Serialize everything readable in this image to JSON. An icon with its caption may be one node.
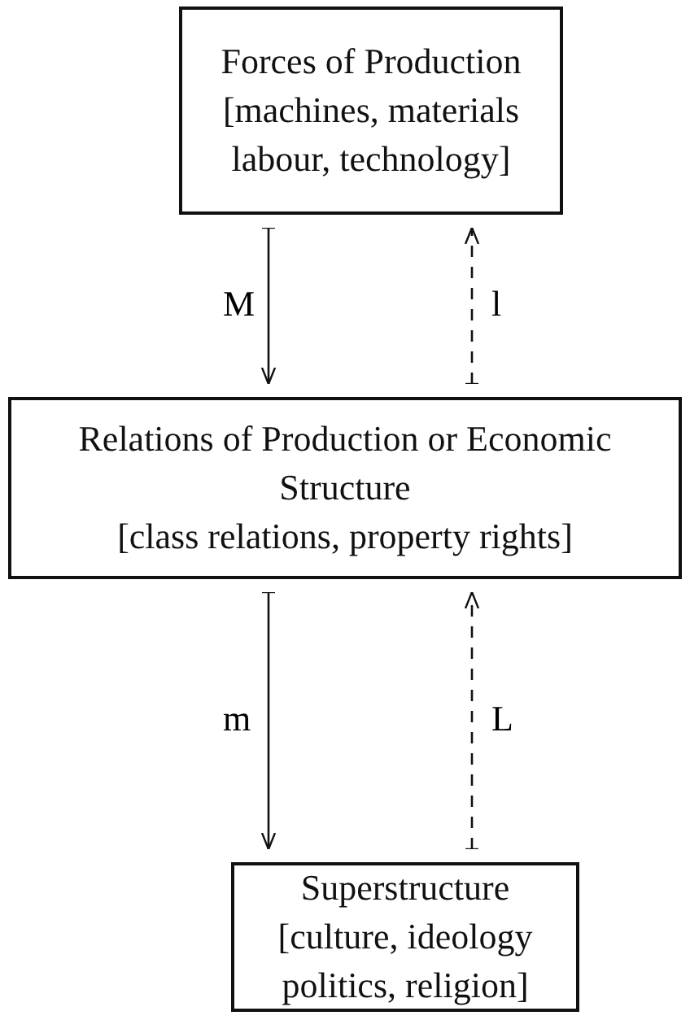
{
  "diagram": {
    "nodes": [
      {
        "text": [
          "Forces of Production",
          "[machines, materials labour, technology]"
        ]
      },
      {
        "text": [
          "Relations of Production or Economic Structure",
          "[class relations, property rights]"
        ]
      },
      {
        "text": [
          "Superstructure",
          "[culture, ideology politics, religion]"
        ]
      }
    ],
    "edges": [
      {
        "from": 0,
        "to": 1,
        "arrow": "to",
        "label": "M"
      },
      {
        "from": 1,
        "to": 0,
        "arrow": "to",
        "label": "l",
        "style": "dashed"
      },
      {
        "from": 1,
        "to": 2,
        "arrow": "to",
        "label": "m"
      },
      {
        "from": 2,
        "to": 1,
        "arrow": "to",
        "label": "L",
        "style": "dashed"
      }
    ]
  }
}
